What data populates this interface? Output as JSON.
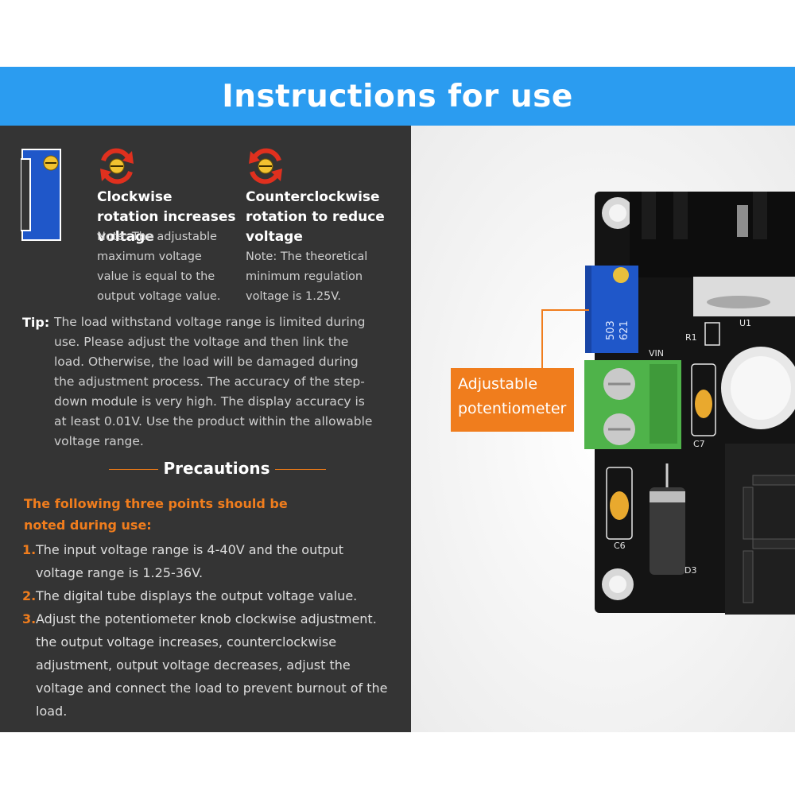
{
  "banner": {
    "title": "Instructions for use"
  },
  "clockwise": {
    "title": "Clockwise rotation increases voltage",
    "note": "Note: The adjustable maximum voltage value is equal to the output voltage value."
  },
  "counterclockwise": {
    "title": "Counterclockwise rotation to reduce voltage",
    "note": "Note: The theoretical minimum regulation voltage is 1.25V."
  },
  "tip": {
    "label": "Tip:",
    "text": "The load withstand voltage range is limited during use. Please adjust the voltage and then link the load. Otherwise, the load will be damaged during the adjustment process. The accuracy of the step-down module is very high. The display accuracy is at least 0.01V. Use the product within the allowable voltage range."
  },
  "precautions": {
    "title": "Precautions",
    "intro": "The following three points should be noted during use:",
    "points": [
      {
        "num": "1.",
        "text": "The input voltage range is 4-40V and the output voltage range is 1.25-36V."
      },
      {
        "num": "2.",
        "text": "The digital tube displays the output voltage value."
      },
      {
        "num": "3.",
        "text": "Adjust the potentiometer knob clockwise adjustment. the output voltage increases, counterclockwise adjustment, output voltage decreases, adjust the voltage and connect the load to prevent burnout of the load."
      }
    ]
  },
  "photo": {
    "callout": "Adjustable potentiometer",
    "pot_marking": "503",
    "pot_code": "621",
    "label_vin": "VIN",
    "label_r1": "R1",
    "label_u1": "U1",
    "label_c7": "C7",
    "label_c6": "C6",
    "label_d3": "D3"
  },
  "colors": {
    "banner": "#2b9cf0",
    "panel": "#343434",
    "accent_orange": "#f07d1d",
    "pot_blue": "#1f57c9",
    "arrow_red": "#e0301e"
  }
}
